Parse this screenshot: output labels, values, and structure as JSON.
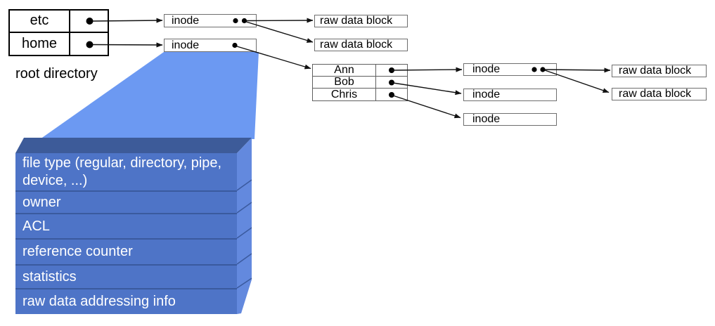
{
  "colors": {
    "funnel": "#6C99F2",
    "stack_front": "#4E74C7",
    "stack_top_face": "#3D5B99",
    "stack_side_face": "#6389DE",
    "stack_divider": "#3A5A9E",
    "line": "#111111",
    "background": "#FFFFFF"
  },
  "root_directory": {
    "caption": "root directory",
    "entries": [
      {
        "name": "etc"
      },
      {
        "name": "home"
      }
    ]
  },
  "top_inodes": [
    {
      "label": "inode"
    },
    {
      "label": "inode"
    }
  ],
  "top_raw_blocks": [
    {
      "label": "raw data block"
    },
    {
      "label": "raw data block"
    }
  ],
  "home_directory": {
    "entries": [
      {
        "name": "Ann"
      },
      {
        "name": "Bob"
      },
      {
        "name": "Chris"
      }
    ]
  },
  "right_inodes": [
    {
      "label": "inode"
    },
    {
      "label": "inode"
    },
    {
      "label": "inode"
    }
  ],
  "right_raw_blocks": [
    {
      "label": "raw data block"
    },
    {
      "label": "raw data block"
    }
  ],
  "inode_fields": [
    {
      "label": "file type (regular, directory, pipe, device, ...)"
    },
    {
      "label": "owner"
    },
    {
      "label": "ACL"
    },
    {
      "label": "reference counter"
    },
    {
      "label": "statistics"
    },
    {
      "label": "raw data addressing info"
    }
  ]
}
